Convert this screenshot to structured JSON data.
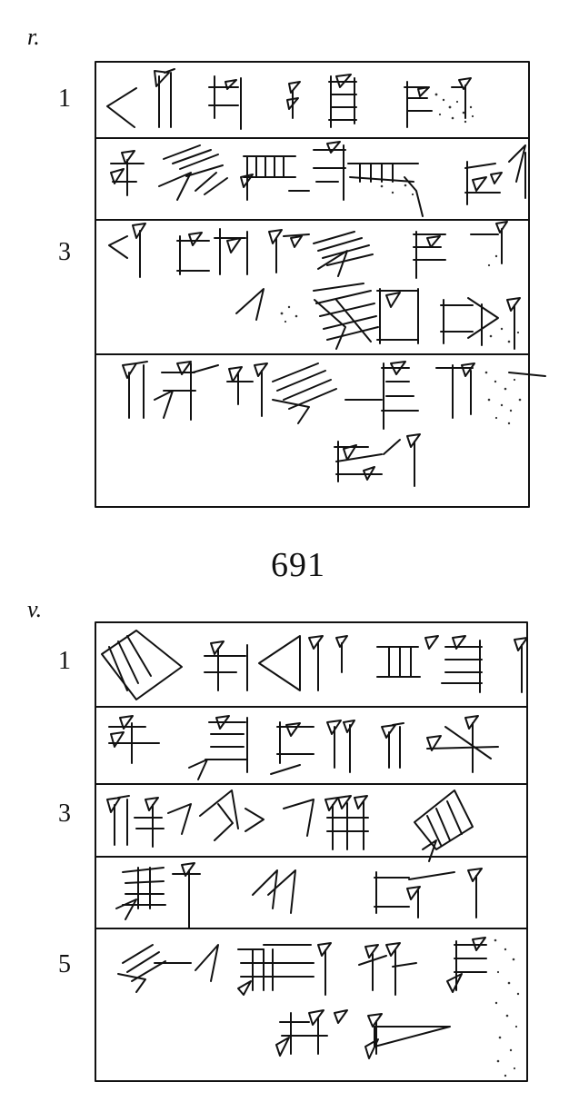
{
  "obverse": {
    "side_label": "r.",
    "line_numbers": [
      "1",
      "3"
    ]
  },
  "tablet_number": "691",
  "reverse": {
    "side_label": "v.",
    "line_numbers": [
      "1",
      "3",
      "5"
    ]
  }
}
